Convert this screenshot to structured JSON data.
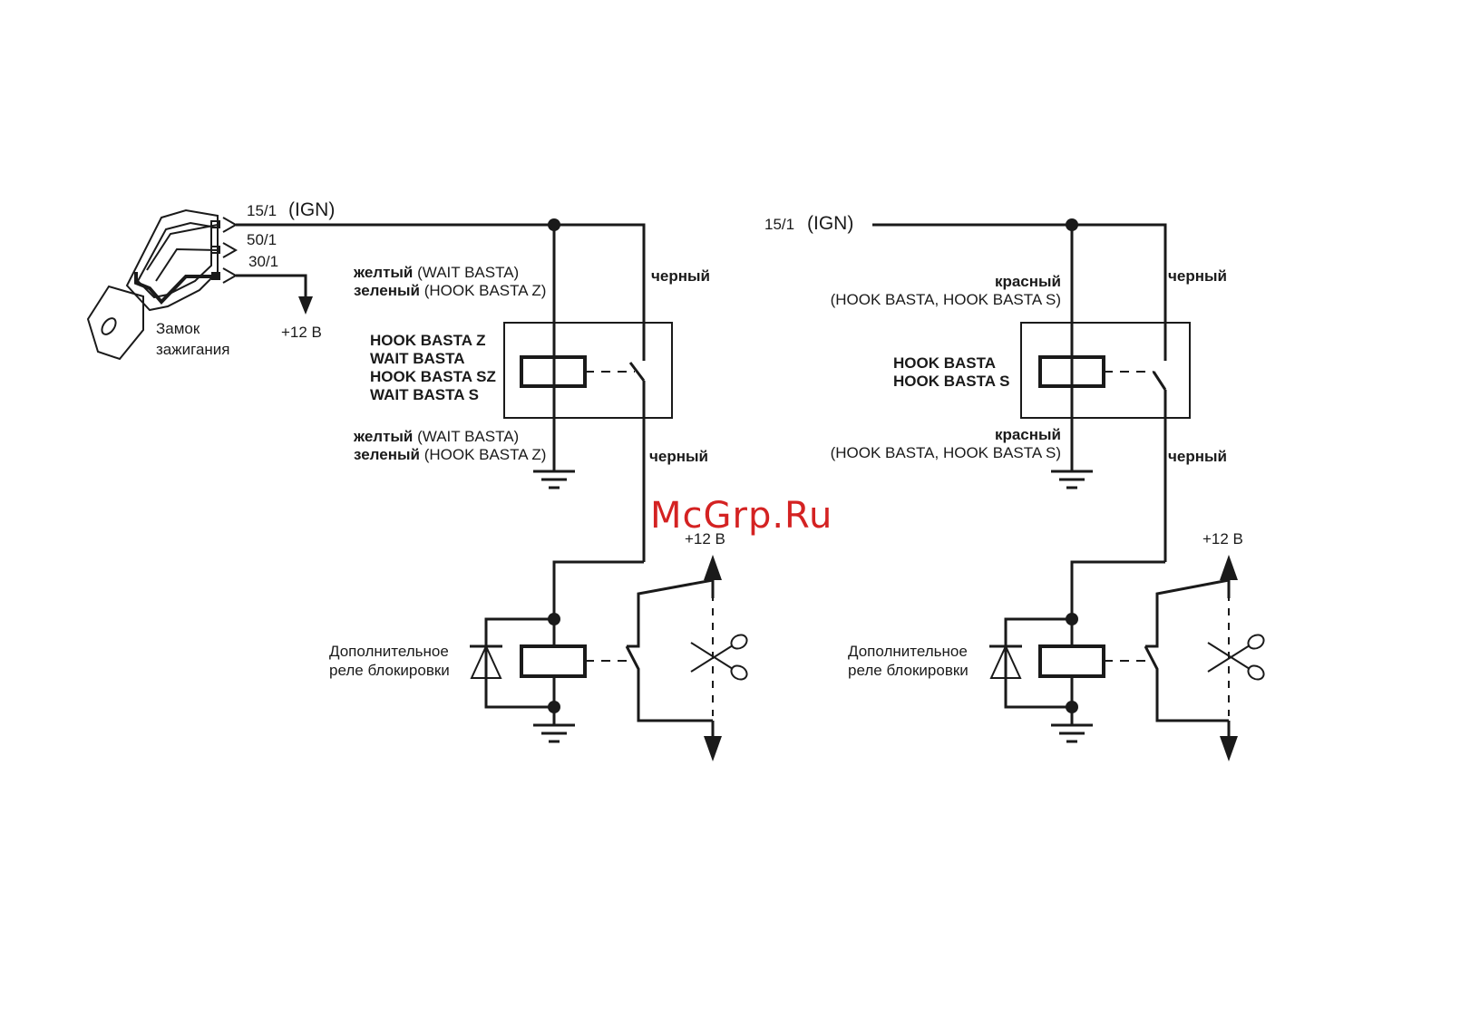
{
  "watermark": "McGrp.Ru",
  "colors": {
    "ink": "#1a1a1a",
    "watermark": "#d42222",
    "background": "#ffffff"
  },
  "left": {
    "ignition": {
      "terminal_151": "15/1",
      "ign": "(IGN)",
      "terminal_501": "50/1",
      "terminal_301": "30/1",
      "supply": "+12 В",
      "lock_line1": "Замок",
      "lock_line2": "зажигания"
    },
    "top_wire_1": {
      "color": "желтый",
      "model": "(WAIT BASTA)"
    },
    "top_wire_2": {
      "color": "зеленый",
      "model": "(HOOK BASTA Z)"
    },
    "switch_wire_top": "черный",
    "relay_models": [
      "HOOK BASTA Z",
      "WAIT BASTA",
      "HOOK BASTA SZ",
      "WAIT BASTA S"
    ],
    "bottom_wire_1": {
      "color": "желтый",
      "model": "(WAIT BASTA)"
    },
    "bottom_wire_2": {
      "color": "зеленый",
      "model": "(HOOK BASTA Z)"
    },
    "switch_wire_bottom": "черный",
    "supply_out": "+12 В",
    "aux_relay_line1": "Дополнительное",
    "aux_relay_line2": "реле блокировки"
  },
  "right": {
    "terminal": "15/1",
    "ign": "(IGN)",
    "top_wire": {
      "color": "красный",
      "models": "(HOOK BASTA, HOOK BASTA S)"
    },
    "switch_wire_top": "черный",
    "relay_models": [
      "HOOK BASTA",
      "HOOK BASTA S"
    ],
    "bottom_wire": {
      "color": "красный",
      "models": "(HOOK BASTA, HOOK BASTA S)"
    },
    "switch_wire_bottom": "черный",
    "supply_out": "+12 В",
    "aux_relay_line1": "Дополнительное",
    "aux_relay_line2": "реле блокировки"
  }
}
